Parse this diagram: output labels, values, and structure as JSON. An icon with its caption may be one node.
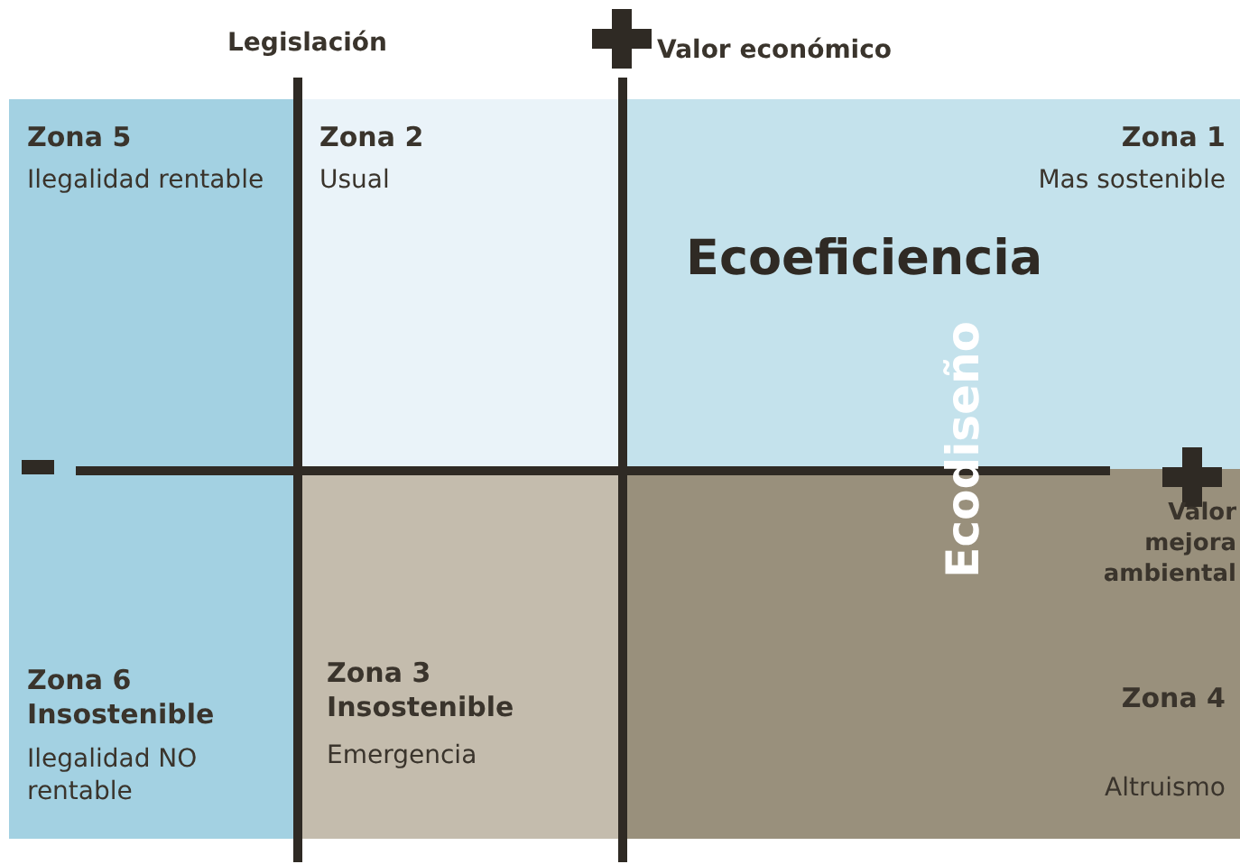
{
  "diagram": {
    "nodes": [
      {
        "text": [
          "Zona 5",
          "Ilegalidad rentable"
        ]
      },
      {
        "text": [
          "Zona 2",
          "Usual"
        ]
      },
      {
        "text": [
          "Zona 1",
          "Mas sostenible"
        ]
      },
      {
        "text": [
          "Zona 6 Insostenible",
          "Ilegalidad NO rentable"
        ]
      },
      {
        "text": [
          "Zona 3 Insostenible",
          "Emergencia"
        ]
      },
      {
        "text": [
          "Zona 4",
          "Altruismo"
        ]
      }
    ],
    "labels": [
      "Legislación",
      "Valor económico",
      "Ecoeficiencia",
      "Ecodiseño",
      "Valor mejora ambiental"
    ]
  }
}
